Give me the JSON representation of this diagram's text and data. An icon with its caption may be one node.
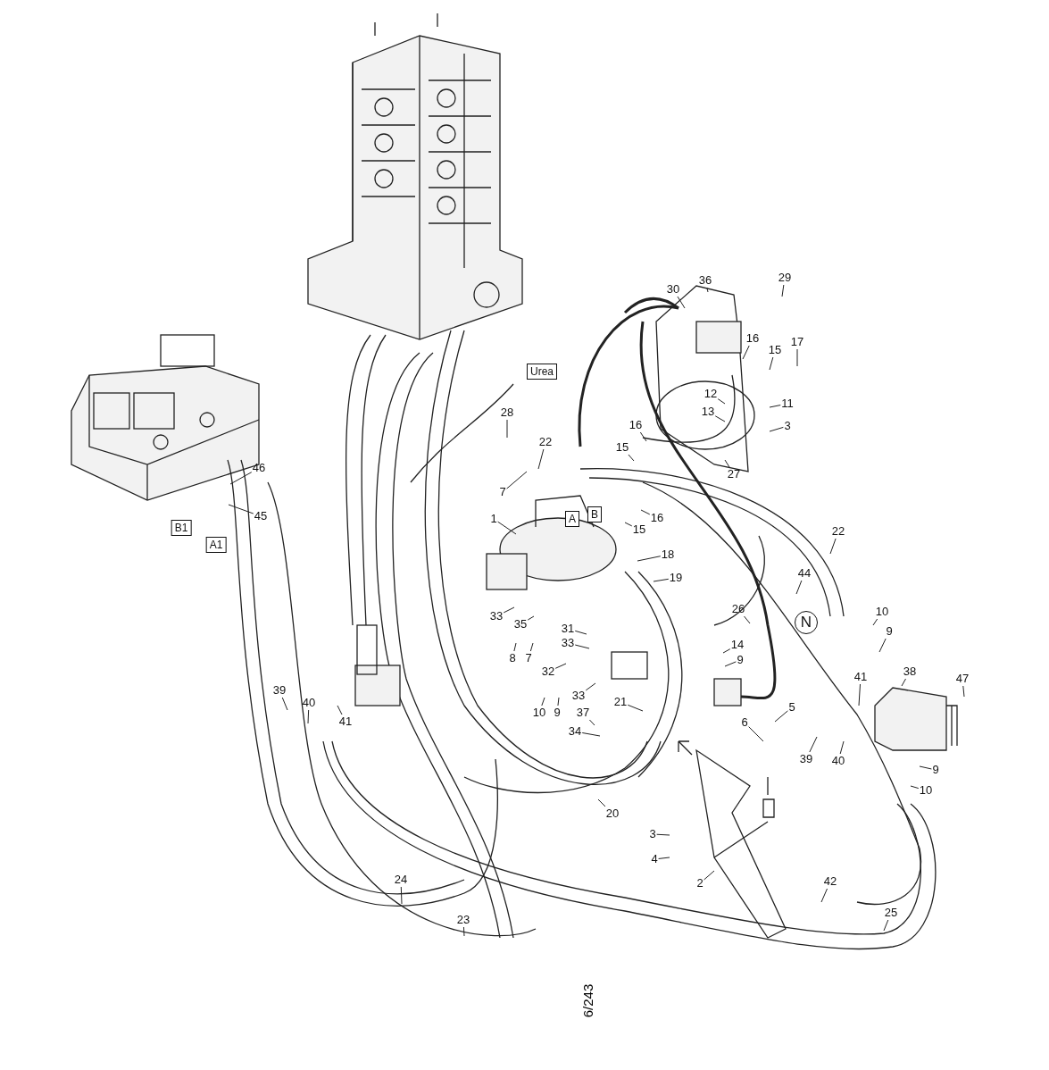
{
  "diagram": {
    "nodes": [
      {
        "text": [
          "36"
        ]
      },
      {
        "text": [
          "29"
        ]
      },
      {
        "text": [
          "30"
        ]
      },
      {
        "text": [
          "17"
        ]
      },
      {
        "text": [
          "16"
        ]
      },
      {
        "text": [
          "15"
        ]
      },
      {
        "text": [
          "Urea"
        ]
      },
      {
        "text": [
          "12"
        ]
      },
      {
        "text": [
          "11"
        ]
      },
      {
        "text": [
          "28"
        ]
      },
      {
        "text": [
          "13"
        ]
      },
      {
        "text": [
          "16"
        ]
      },
      {
        "text": [
          "3"
        ]
      },
      {
        "text": [
          "22"
        ]
      },
      {
        "text": [
          "15"
        ]
      },
      {
        "text": [
          "46"
        ]
      },
      {
        "text": [
          "27"
        ]
      },
      {
        "text": [
          "7"
        ]
      },
      {
        "text": [
          "B"
        ]
      },
      {
        "text": [
          "A"
        ]
      },
      {
        "text": [
          "1"
        ]
      },
      {
        "text": [
          "16"
        ]
      },
      {
        "text": [
          "45"
        ]
      },
      {
        "text": [
          "B1"
        ]
      },
      {
        "text": [
          "15"
        ]
      },
      {
        "text": [
          "22"
        ]
      },
      {
        "text": [
          "A1"
        ]
      },
      {
        "text": [
          "18"
        ]
      },
      {
        "text": [
          "44"
        ]
      },
      {
        "text": [
          "19"
        ]
      },
      {
        "text": [
          "26"
        ]
      },
      {
        "text": [
          "10"
        ]
      },
      {
        "text": [
          "33"
        ]
      },
      {
        "text": [
          "N"
        ]
      },
      {
        "text": [
          "35"
        ]
      },
      {
        "text": [
          "31"
        ]
      },
      {
        "text": [
          "9"
        ]
      },
      {
        "text": [
          "33"
        ]
      },
      {
        "text": [
          "14"
        ]
      },
      {
        "text": [
          "8"
        ]
      },
      {
        "text": [
          "7"
        ]
      },
      {
        "text": [
          "9"
        ]
      },
      {
        "text": [
          "32"
        ]
      },
      {
        "text": [
          "38"
        ]
      },
      {
        "text": [
          "41"
        ]
      },
      {
        "text": [
          "47"
        ]
      },
      {
        "text": [
          "39"
        ]
      },
      {
        "text": [
          "33"
        ]
      },
      {
        "text": [
          "21"
        ]
      },
      {
        "text": [
          "40"
        ]
      },
      {
        "text": [
          "5"
        ]
      },
      {
        "text": [
          "37"
        ]
      },
      {
        "text": [
          "10"
        ]
      },
      {
        "text": [
          "9"
        ]
      },
      {
        "text": [
          "41"
        ]
      },
      {
        "text": [
          "6"
        ]
      },
      {
        "text": [
          "34"
        ]
      },
      {
        "text": [
          "39"
        ]
      },
      {
        "text": [
          "40"
        ]
      },
      {
        "text": [
          "9"
        ]
      },
      {
        "text": [
          "10"
        ]
      },
      {
        "text": [
          "20"
        ]
      },
      {
        "text": [
          "3"
        ]
      },
      {
        "text": [
          "4"
        ]
      },
      {
        "text": [
          "24"
        ]
      },
      {
        "text": [
          "42"
        ]
      },
      {
        "text": [
          "2"
        ]
      },
      {
        "text": [
          "25"
        ]
      },
      {
        "text": [
          "23"
        ]
      }
    ],
    "edges": [
      {
        "from": 0,
        "to": null,
        "arrow": "none"
      },
      {
        "from": 1,
        "to": null,
        "arrow": "none"
      },
      {
        "from": 2,
        "to": null,
        "arrow": "none"
      },
      {
        "from": 3,
        "to": null,
        "arrow": "none"
      },
      {
        "from": 4,
        "to": null,
        "arrow": "none"
      },
      {
        "from": 5,
        "to": null,
        "arrow": "none"
      },
      {
        "from": 7,
        "to": null,
        "arrow": "none"
      },
      {
        "from": 8,
        "to": null,
        "arrow": "none"
      },
      {
        "from": 9,
        "to": null,
        "arrow": "none"
      },
      {
        "from": 10,
        "to": null,
        "arrow": "none"
      },
      {
        "from": 11,
        "to": null,
        "arrow": "none"
      },
      {
        "from": 12,
        "to": null,
        "arrow": "none"
      },
      {
        "from": 13,
        "to": null,
        "arrow": "none"
      },
      {
        "from": 14,
        "to": null,
        "arrow": "none"
      },
      {
        "from": 15,
        "to": null,
        "arrow": "none"
      },
      {
        "from": 16,
        "to": null,
        "arrow": "none"
      },
      {
        "from": 17,
        "to": null,
        "arrow": "none"
      },
      {
        "from": 20,
        "to": null,
        "arrow": "none"
      },
      {
        "from": 21,
        "to": null,
        "arrow": "none"
      },
      {
        "from": 22,
        "to": null,
        "arrow": "none"
      },
      {
        "from": 24,
        "to": null,
        "arrow": "none"
      },
      {
        "from": 25,
        "to": null,
        "arrow": "none"
      },
      {
        "from": 27,
        "to": null,
        "arrow": "none"
      },
      {
        "from": 28,
        "to": null,
        "arrow": "none"
      },
      {
        "from": 29,
        "to": null,
        "arrow": "none"
      },
      {
        "from": 30,
        "to": null,
        "arrow": "none"
      },
      {
        "from": 31,
        "to": null,
        "arrow": "none"
      },
      {
        "from": 32,
        "to": null,
        "arrow": "none"
      },
      {
        "from": 34,
        "to": null,
        "arrow": "none"
      },
      {
        "from": 35,
        "to": null,
        "arrow": "none"
      },
      {
        "from": 36,
        "to": null,
        "arrow": "none"
      },
      {
        "from": 37,
        "to": null,
        "arrow": "none"
      },
      {
        "from": 38,
        "to": null,
        "arrow": "none"
      },
      {
        "from": 39,
        "to": null,
        "arrow": "none"
      },
      {
        "from": 40,
        "to": null,
        "arrow": "none"
      },
      {
        "from": 41,
        "to": null,
        "arrow": "none"
      },
      {
        "from": 42,
        "to": null,
        "arrow": "none"
      },
      {
        "from": 43,
        "to": null,
        "arrow": "none"
      },
      {
        "from": 44,
        "to": null,
        "arrow": "none"
      },
      {
        "from": 45,
        "to": null,
        "arrow": "none"
      },
      {
        "from": 46,
        "to": null,
        "arrow": "none"
      },
      {
        "from": 47,
        "to": null,
        "arrow": "none"
      },
      {
        "from": 48,
        "to": null,
        "arrow": "none"
      },
      {
        "from": 49,
        "to": null,
        "arrow": "none"
      },
      {
        "from": 50,
        "to": null,
        "arrow": "none"
      },
      {
        "from": 51,
        "to": null,
        "arrow": "none"
      },
      {
        "from": 52,
        "to": null,
        "arrow": "none"
      },
      {
        "from": 53,
        "to": null,
        "arrow": "none"
      },
      {
        "from": 54,
        "to": null,
        "arrow": "none"
      },
      {
        "from": 55,
        "to": null,
        "arrow": "none"
      },
      {
        "from": 56,
        "to": null,
        "arrow": "none"
      },
      {
        "from": 57,
        "to": null,
        "arrow": "none"
      },
      {
        "from": 58,
        "to": null,
        "arrow": "none"
      },
      {
        "from": 59,
        "to": null,
        "arrow": "none"
      },
      {
        "from": 60,
        "to": null,
        "arrow": "none"
      },
      {
        "from": 61,
        "to": null,
        "arrow": "none"
      },
      {
        "from": 62,
        "to": null,
        "arrow": "none"
      },
      {
        "from": 63,
        "to": null,
        "arrow": "none"
      },
      {
        "from": 64,
        "to": null,
        "arrow": "none"
      },
      {
        "from": 65,
        "to": null,
        "arrow": "none"
      },
      {
        "from": 66,
        "to": null,
        "arrow": "none"
      },
      {
        "from": 67,
        "to": null,
        "arrow": "none"
      },
      {
        "from": 68,
        "to": null,
        "arrow": "none"
      }
    ],
    "labels": [
      "6/243"
    ]
  }
}
